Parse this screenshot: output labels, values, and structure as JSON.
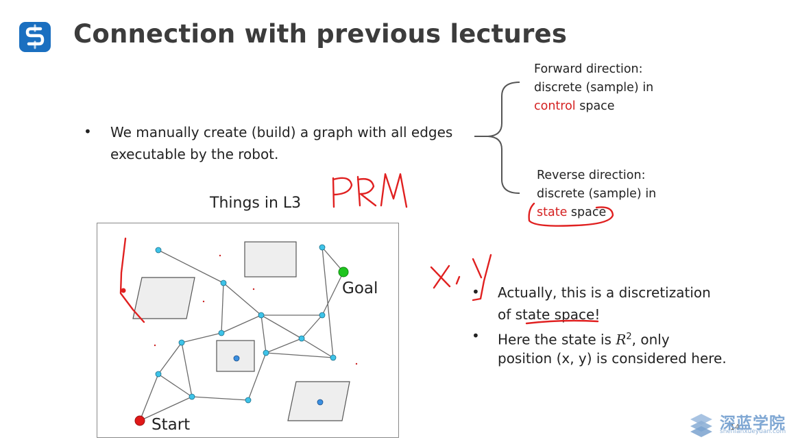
{
  "slide": {
    "title": "Connection with previous lectures",
    "bullet1": {
      "line1": "We manually create (build) a graph with all edges",
      "line2": "executable by the robot."
    },
    "forward": {
      "line1": "Forward direction:",
      "line2": "discrete (sample) in",
      "line3_red": "control",
      "line3_rest": " space"
    },
    "reverse": {
      "line1": "Reverse direction:",
      "line2": "discrete (sample) in",
      "line3_red": "state",
      "line3_rest": " space"
    },
    "figure": {
      "caption": "Things in L3",
      "goal_label": "Goal",
      "start_label": "Start"
    },
    "bullet2": {
      "line1": "Actually, this is a discretization",
      "line2_pre": "of ",
      "line2_underlined": "state space",
      "line2_post": "!"
    },
    "bullet3": {
      "line1_pre": "Here the state is ",
      "line1_math": "R",
      "line1_sup": "2",
      "line1_post": ", only",
      "line2": "position (x, y) is considered here."
    },
    "bullet_symbol": "•",
    "page_number": "14"
  },
  "annotations": {
    "prm": "PRM",
    "xy": "x, y"
  },
  "watermark": {
    "name": "深蓝学院",
    "url": "shenlanxueyuan.com"
  },
  "colors": {
    "brand_blue": "#1a6fc0",
    "accent_red": "#d42020",
    "node_cyan": "#3ec3e8",
    "goal_green": "#1ec41e",
    "start_red": "#e01818",
    "obstacle_fill": "#eeeeee"
  }
}
